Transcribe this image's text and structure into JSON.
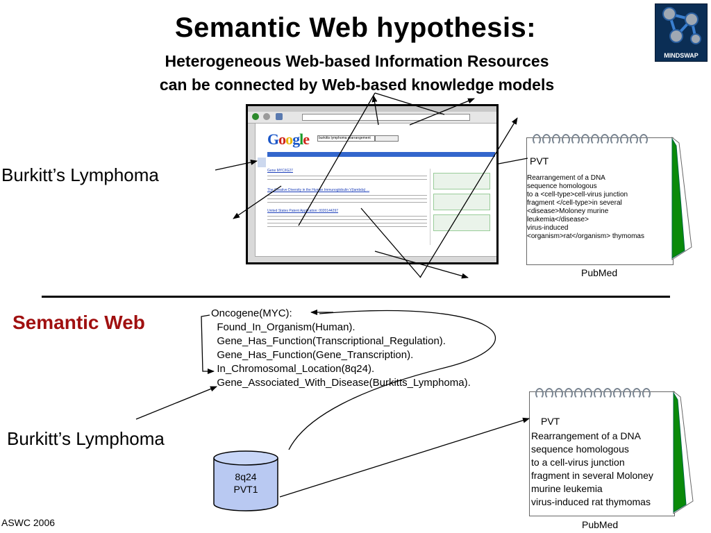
{
  "title": "Semantic Web hypothesis:",
  "subtitle_line1": "Heterogeneous Web-based Information Resources",
  "subtitle_line2": "can be connected by Web-based knowledge models",
  "logo_text": "MINDSWAP",
  "labels": {
    "burkitt_top": "Burkitt’s Lymphoma",
    "burkitt_bottom": "Burkitt’s Lymphoma",
    "semantic_web": "Semantic Web",
    "footer": "ASWC 2006"
  },
  "screenshot": {
    "google_logo": "Google",
    "query": "burkitts lymphoma rearrangement",
    "results": [
      "Gene MYC/IG27",
      "The Creative Diversity in the Human Immunoglobulin V(lambda) ...",
      "United States Patent Application: 0020144297"
    ]
  },
  "pubmed_top": {
    "heading": "PVT",
    "lines": [
      "Rearrangement of a DNA",
      "sequence homologous",
      "to a <cell-type>cell-virus junction",
      "fragment </cell-type>in several",
      "<disease>Moloney murine",
      "leukemia</disease>",
      "virus-induced",
      "<organism>rat</organism> thymomas"
    ],
    "caption": "PubMed"
  },
  "pubmed_bottom": {
    "heading": "PVT",
    "lines": [
      "Rearrangement of a DNA",
      "sequence homologous",
      "to a cell-virus junction",
      "fragment in several Moloney",
      "murine leukemia",
      "virus-induced rat thymomas"
    ],
    "caption": "PubMed"
  },
  "ontology": {
    "lines": [
      "Oncogene(MYC):",
      "  Found_In_Organism(Human).",
      "  Gene_Has_Function(Transcriptional_Regulation).",
      "  Gene_Has_Function(Gene_Transcription).",
      "  In_Chromosomal_Location(8q24).",
      "  Gene_Associated_With_Disease(Burkitts_Lymphoma)."
    ]
  },
  "database": {
    "line1": "8q24",
    "line2": "PVT1"
  },
  "colors": {
    "semantic_web": "#a01010",
    "notebook_spine": "#0a8a0a",
    "logo_bg": "#0b2e55",
    "cylinder": "#b9c9f2"
  }
}
